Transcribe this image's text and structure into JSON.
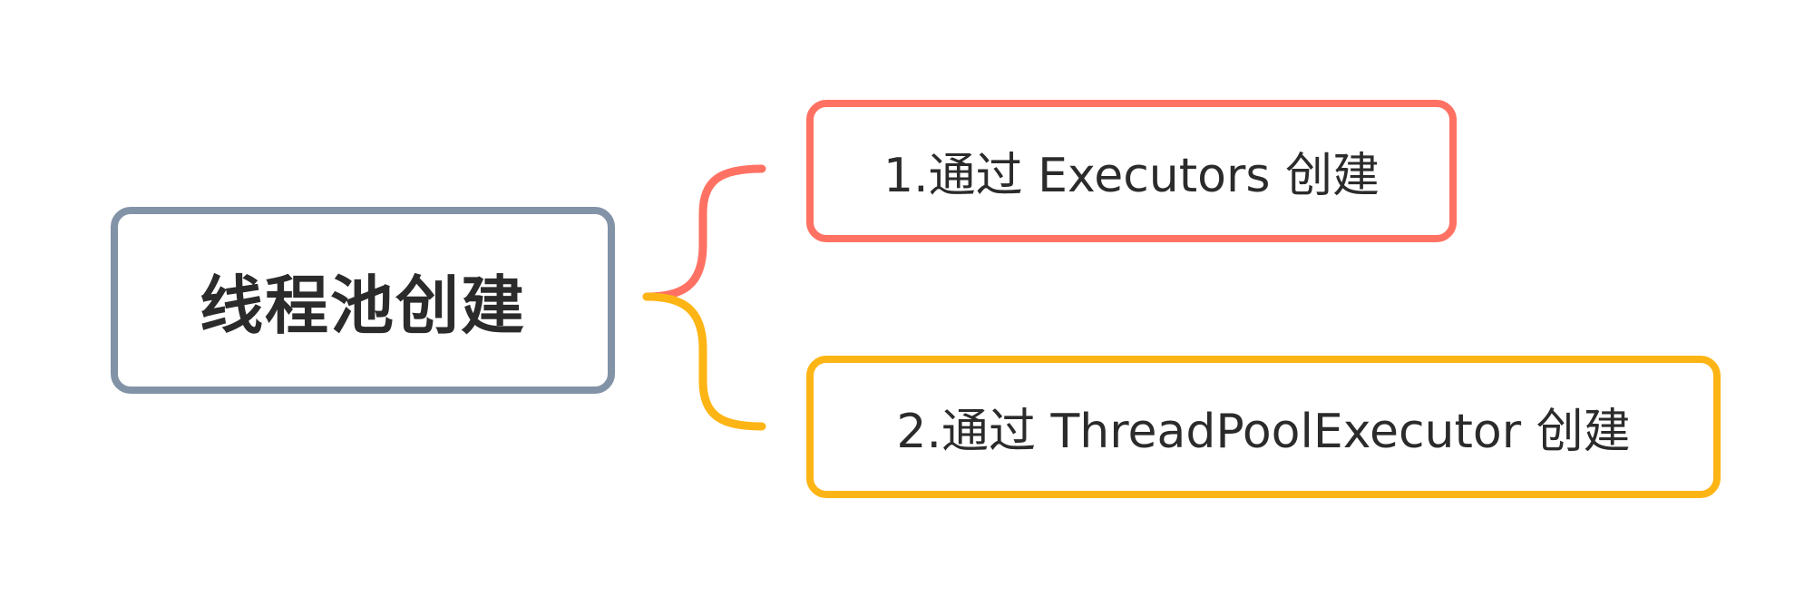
{
  "diagram": {
    "root": {
      "label": "线程池创建"
    },
    "children": [
      {
        "label": "1.通过 Executors 创建"
      },
      {
        "label": "2.通过 ThreadPoolExecutor 创建"
      }
    ],
    "colors": {
      "root_border": "#8393a7",
      "child_1_border": "#ff7263",
      "child_2_border": "#fdb515",
      "text": "#2b2b2b",
      "background": "#ffffff"
    }
  }
}
